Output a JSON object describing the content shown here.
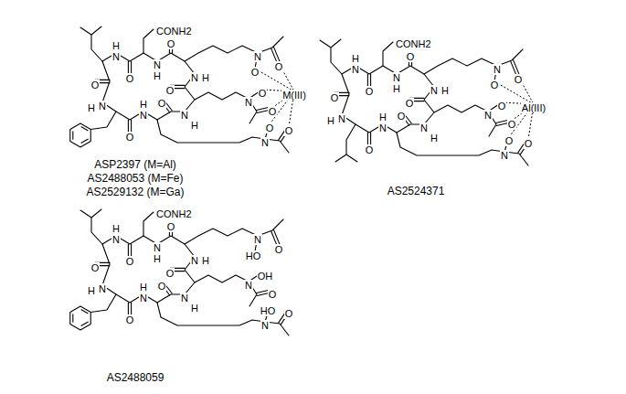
{
  "diagram": {
    "labels": [
      "N",
      "H",
      "O",
      "N",
      "H",
      "O",
      "CONH2",
      "N",
      "H",
      "O",
      "N",
      "H",
      "O",
      "N",
      "H",
      "O",
      "N",
      "H",
      "O",
      "N",
      "O",
      "O",
      "N",
      "O",
      "O",
      "N",
      "O",
      "O",
      "M(III)",
      "ASP2397 (M=Al)",
      "AS2488053 (M=Fe)",
      "AS2529132 (M=Ga)",
      "N",
      "H",
      "O",
      "N",
      "H",
      "O",
      "CONH2",
      "N",
      "H",
      "O",
      "N",
      "H",
      "O",
      "N",
      "H",
      "O",
      "N",
      "H",
      "O",
      "N",
      "O",
      "O",
      "N",
      "O",
      "O",
      "N",
      "O",
      "O",
      "Al(III)",
      "AS2524371",
      "N",
      "H",
      "O",
      "N",
      "H",
      "O",
      "CONH2",
      "N",
      "H",
      "O",
      "N",
      "H",
      "O",
      "N",
      "H",
      "O",
      "N",
      "H",
      "O",
      "N",
      "HO",
      "O",
      "N",
      "OH",
      "O",
      "N",
      "HO",
      "O",
      "AS2488059"
    ]
  }
}
